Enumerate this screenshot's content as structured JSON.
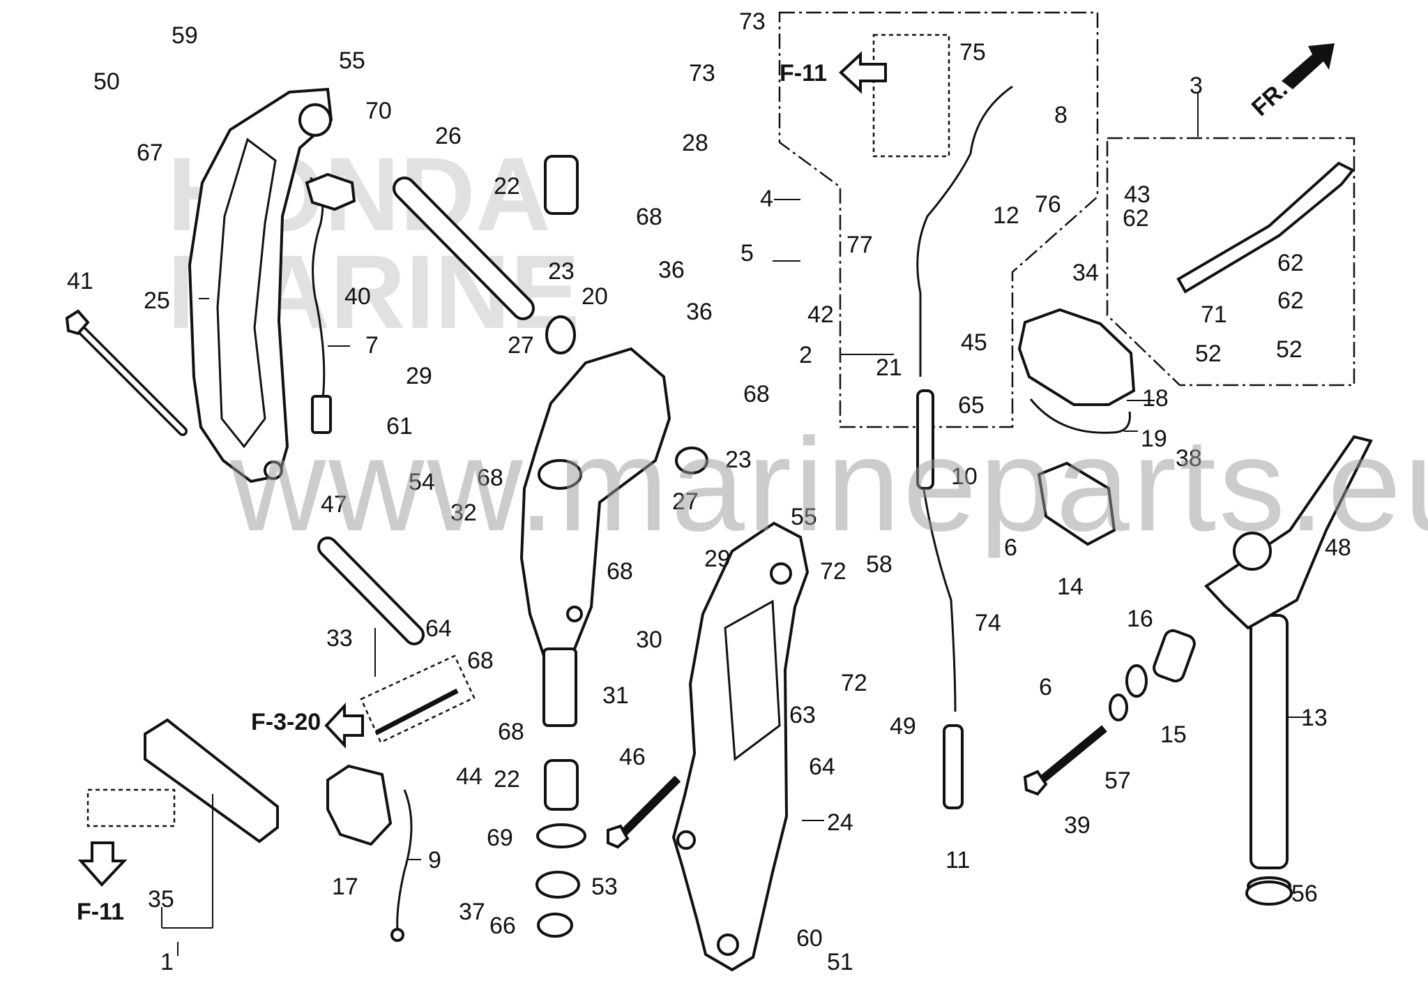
{
  "labels": [
    {
      "id": "1",
      "text": "1"
    },
    {
      "id": "2",
      "text": "2"
    },
    {
      "id": "3",
      "text": "3"
    },
    {
      "id": "4",
      "text": "4"
    },
    {
      "id": "5",
      "text": "5"
    },
    {
      "id": "6a",
      "text": "6"
    },
    {
      "id": "6b",
      "text": "6"
    },
    {
      "id": "7",
      "text": "7"
    },
    {
      "id": "8",
      "text": "8"
    },
    {
      "id": "9",
      "text": "9"
    },
    {
      "id": "10",
      "text": "10"
    },
    {
      "id": "11",
      "text": "11"
    },
    {
      "id": "12",
      "text": "12"
    },
    {
      "id": "13",
      "text": "13"
    },
    {
      "id": "14",
      "text": "14"
    },
    {
      "id": "15",
      "text": "15"
    },
    {
      "id": "16",
      "text": "16"
    },
    {
      "id": "17",
      "text": "17"
    },
    {
      "id": "18",
      "text": "18"
    },
    {
      "id": "19",
      "text": "19"
    },
    {
      "id": "20",
      "text": "20"
    },
    {
      "id": "21",
      "text": "21"
    },
    {
      "id": "22a",
      "text": "22"
    },
    {
      "id": "22b",
      "text": "22"
    },
    {
      "id": "23a",
      "text": "23"
    },
    {
      "id": "23b",
      "text": "23"
    },
    {
      "id": "24",
      "text": "24"
    },
    {
      "id": "25",
      "text": "25"
    },
    {
      "id": "26",
      "text": "26"
    },
    {
      "id": "27a",
      "text": "27"
    },
    {
      "id": "27b",
      "text": "27"
    },
    {
      "id": "28",
      "text": "28"
    },
    {
      "id": "29a",
      "text": "29"
    },
    {
      "id": "29b",
      "text": "29"
    },
    {
      "id": "30",
      "text": "30"
    },
    {
      "id": "31",
      "text": "31"
    },
    {
      "id": "32",
      "text": "32"
    },
    {
      "id": "33",
      "text": "33"
    },
    {
      "id": "34",
      "text": "34"
    },
    {
      "id": "35",
      "text": "35"
    },
    {
      "id": "36a",
      "text": "36"
    },
    {
      "id": "36b",
      "text": "36"
    },
    {
      "id": "37",
      "text": "37"
    },
    {
      "id": "38",
      "text": "38"
    },
    {
      "id": "39",
      "text": "39"
    },
    {
      "id": "40",
      "text": "40"
    },
    {
      "id": "41",
      "text": "41"
    },
    {
      "id": "42",
      "text": "42"
    },
    {
      "id": "43",
      "text": "43"
    },
    {
      "id": "44",
      "text": "44"
    },
    {
      "id": "45",
      "text": "45"
    },
    {
      "id": "46",
      "text": "46"
    },
    {
      "id": "47",
      "text": "47"
    },
    {
      "id": "48",
      "text": "48"
    },
    {
      "id": "49",
      "text": "49"
    },
    {
      "id": "50",
      "text": "50"
    },
    {
      "id": "51",
      "text": "51"
    },
    {
      "id": "52a",
      "text": "52"
    },
    {
      "id": "52b",
      "text": "52"
    },
    {
      "id": "53",
      "text": "53"
    },
    {
      "id": "54",
      "text": "54"
    },
    {
      "id": "55a",
      "text": "55"
    },
    {
      "id": "55b",
      "text": "55"
    },
    {
      "id": "56",
      "text": "56"
    },
    {
      "id": "57",
      "text": "57"
    },
    {
      "id": "58",
      "text": "58"
    },
    {
      "id": "59",
      "text": "59"
    },
    {
      "id": "60",
      "text": "60"
    },
    {
      "id": "61",
      "text": "61"
    },
    {
      "id": "62a",
      "text": "62"
    },
    {
      "id": "62b",
      "text": "62"
    },
    {
      "id": "62c",
      "text": "62"
    },
    {
      "id": "63",
      "text": "63"
    },
    {
      "id": "64a",
      "text": "64"
    },
    {
      "id": "64b",
      "text": "64"
    },
    {
      "id": "65",
      "text": "65"
    },
    {
      "id": "66",
      "text": "66"
    },
    {
      "id": "67",
      "text": "67"
    },
    {
      "id": "68a",
      "text": "68"
    },
    {
      "id": "68b",
      "text": "68"
    },
    {
      "id": "68c",
      "text": "68"
    },
    {
      "id": "68d",
      "text": "68"
    },
    {
      "id": "68e",
      "text": "68"
    },
    {
      "id": "68f",
      "text": "68"
    },
    {
      "id": "69",
      "text": "69"
    },
    {
      "id": "70",
      "text": "70"
    },
    {
      "id": "71",
      "text": "71"
    },
    {
      "id": "72a",
      "text": "72"
    },
    {
      "id": "72b",
      "text": "72"
    },
    {
      "id": "73a",
      "text": "73"
    },
    {
      "id": "73b",
      "text": "73"
    },
    {
      "id": "74",
      "text": "74"
    },
    {
      "id": "75",
      "text": "75"
    },
    {
      "id": "76",
      "text": "76"
    },
    {
      "id": "77",
      "text": "77"
    }
  ],
  "refs": {
    "f11_top": "F-11",
    "f11_bottom": "F-11",
    "f320": "F-3-20",
    "front": "FR."
  },
  "watermark": "www.marineparts.eu",
  "background_logo": [
    "HONDA",
    "MARINE"
  ]
}
